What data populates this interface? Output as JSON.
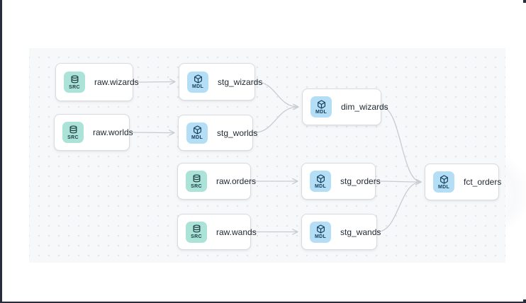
{
  "canvas": {
    "bg": "#f7f8fa",
    "dot_color": "#e0e3e8",
    "edge_color": "#c7cbd2",
    "node_border_color": "#d8dbe0",
    "label_color": "#222a33",
    "frame_color": "#272d3d"
  },
  "badges": {
    "src": {
      "label": "SRC",
      "bg": "#abe3d8",
      "fg": "#1c3a3f",
      "icon": "database-icon"
    },
    "mdl": {
      "label": "MDL",
      "bg": "#b4def6",
      "fg": "#143d5c",
      "icon": "cube-icon"
    }
  },
  "nodes": [
    {
      "id": "raw_wizards",
      "label": "raw.wizards",
      "type": "src",
      "highlighted": false
    },
    {
      "id": "stg_wizards",
      "label": "stg_wizards",
      "type": "mdl",
      "highlighted": false
    },
    {
      "id": "raw_worlds",
      "label": "raw.worlds",
      "type": "src",
      "highlighted": false
    },
    {
      "id": "stg_worlds",
      "label": "stg_worlds",
      "type": "mdl",
      "highlighted": false
    },
    {
      "id": "dim_wizards",
      "label": "dim_wizards",
      "type": "mdl",
      "highlighted": false
    },
    {
      "id": "raw_orders",
      "label": "raw.orders",
      "type": "src",
      "highlighted": false
    },
    {
      "id": "stg_orders",
      "label": "stg_orders",
      "type": "mdl",
      "highlighted": false
    },
    {
      "id": "fct_orders",
      "label": "fct_orders",
      "type": "mdl",
      "highlighted": true
    },
    {
      "id": "raw_wands",
      "label": "raw.wands",
      "type": "src",
      "highlighted": false
    },
    {
      "id": "stg_wands",
      "label": "stg_wands",
      "type": "mdl",
      "highlighted": false
    }
  ],
  "edges": [
    {
      "from": "raw_wizards",
      "to": "stg_wizards"
    },
    {
      "from": "raw_worlds",
      "to": "stg_worlds"
    },
    {
      "from": "stg_wizards",
      "to": "dim_wizards"
    },
    {
      "from": "stg_worlds",
      "to": "dim_wizards"
    },
    {
      "from": "raw_orders",
      "to": "stg_orders"
    },
    {
      "from": "raw_wands",
      "to": "stg_wands"
    },
    {
      "from": "dim_wizards",
      "to": "fct_orders"
    },
    {
      "from": "stg_orders",
      "to": "fct_orders"
    },
    {
      "from": "stg_wands",
      "to": "fct_orders"
    }
  ]
}
